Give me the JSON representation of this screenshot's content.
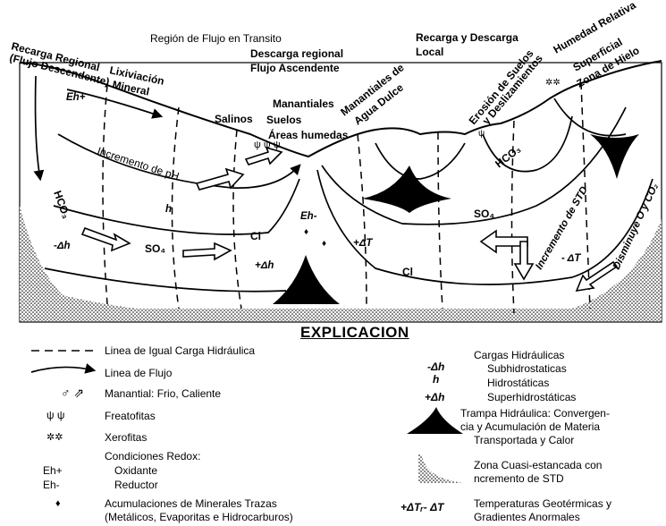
{
  "diagram": {
    "top_labels": {
      "recarga_regional": "Recarga Regional",
      "flujo_descendente": "(Flujo Descendente)",
      "region_transito": "Región de Flujo en Transito",
      "descarga_regional": "Descarga regional",
      "flujo_ascendente": "Flujo Ascendente",
      "recarga_descarga": "Recarga y Descarga",
      "local": "Local",
      "lixiviacion": "Lixiviación",
      "mineral": "Mineral",
      "salinos": "Salinos",
      "manantiales": "Manantiales",
      "suelos": "Suelos",
      "areas_humedas": "Áreas humedas",
      "manantiales_de": "Manantiales de",
      "agua_dulce": "Agua Dulce",
      "erosion": "Erosión de Suelos",
      "deslizamientos": "y Deslizamientos",
      "humedad": "Humedad Relativa",
      "superficial": "Superficial",
      "zona_hielo": "Zona de Hielo"
    },
    "inner_labels": {
      "eh_plus": "Eh+",
      "hco3_left": "HCO₃",
      "incremento_ph": "Incremento de pH",
      "h": "h",
      "minus_dh": "-Δh",
      "so4_left": "SO₄",
      "cl_mid": "Cl",
      "plus_dh": "+Δh",
      "eh_minus": "Eh-",
      "plus_dt": "+ΔT",
      "cl_bottom": "Cl",
      "hco3_right": "HCO₃",
      "so4_right": "SO₄",
      "incremento_std": "Incremento de STD",
      "disminuye": "Disminuye O y CO₂",
      "minus_dt": "- ΔT"
    }
  },
  "legend": {
    "title": "EXPLICACION",
    "left": {
      "equipotential": "Linea de Igual Carga Hidráulica",
      "flow_line": "Linea de Flujo",
      "spring": "Manantial: Frio, Caliente",
      "phreatophytes": "Freatofitas",
      "xerophytes": "Xerofitas",
      "redox_title": "Condiciones Redox:",
      "oxidant_symbol": "Eh+",
      "oxidant": "Oxidante",
      "reductor_symbol": "Eh-",
      "reductor": "Reductor",
      "minerals_1": "Acumulaciones de Minerales Trazas",
      "minerals_2": "(Metálicos, Evaporitas e Hidrocarburos)"
    },
    "right": {
      "heads_title": "Cargas Hidráulicas",
      "sub_symbol_num": "-Δh",
      "sub_symbol_den": "h",
      "subhydrostatic": "Subhidrostaticas",
      "hydrostatic": "Hidrostáticas",
      "super_symbol": "+Δh",
      "superhydrostatic": "Superhidrostáticas",
      "trap_1": "Trampa Hidráulica: Convergen-",
      "trap_2": "cia y Acumulación de Materia",
      "trap_3": "Transportada y Calor",
      "stagnant_1": "Zona Cuasi-estancada con",
      "stagnant_2": "ncremento de STD",
      "temp_symbol": "+ΔTᵣ- ΔT",
      "temp_1": "Temperaturas Geotérmicas y",
      "temp_2": "Gradientes Anormales"
    }
  }
}
